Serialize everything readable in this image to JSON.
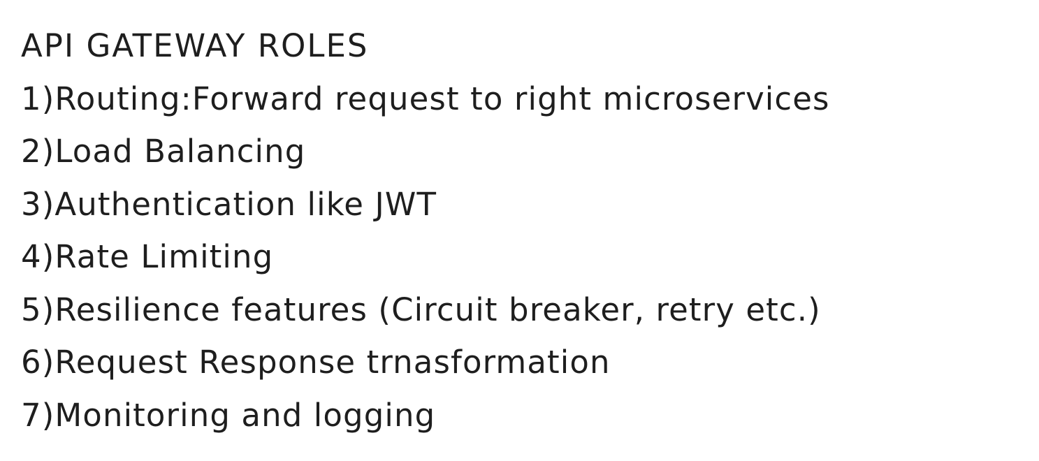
{
  "note": {
    "title": "API GATEWAY ROLES",
    "items": [
      "1)Routing:Forward request to right microservices",
      "2)Load Balancing",
      "3)Authentication like JWT",
      "4)Rate Limiting",
      "5)Resilience features (Circuit breaker, retry etc.)",
      "6)Request Response trnasformation",
      "7)Monitoring and logging"
    ],
    "text_color": "#1e1e1e",
    "background_color": "#ffffff"
  }
}
